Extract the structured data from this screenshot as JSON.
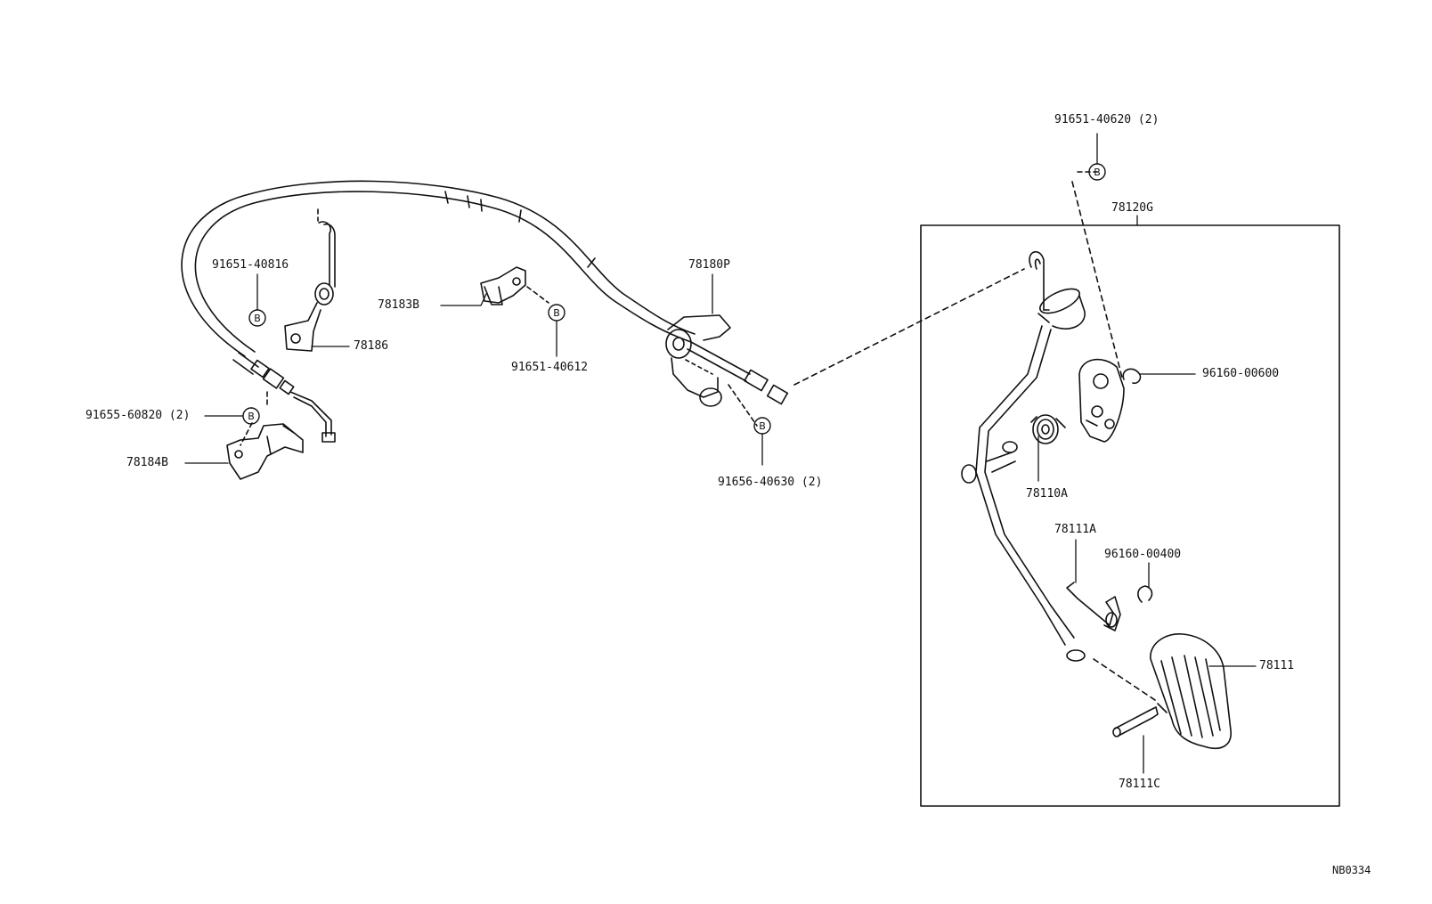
{
  "diagram": {
    "labels": {
      "p91651_40816": "91651-40816",
      "p78186": "78186",
      "p91655_60820": "91655-60820 (2)",
      "p78184B": "78184B",
      "p78183B": "78183B",
      "p91651_40612": "91651-40612",
      "p78180P": "78180P",
      "p91656_40630": "91656-40630 (2)",
      "p91651_40620": "91651-40620 (2)",
      "p78120G": "78120G",
      "p96160_00600": "96160-00600",
      "p78110A": "78110A",
      "p78111A": "78111A",
      "p96160_00400": "96160-00400",
      "p78111": "78111",
      "p78111C": "78111C",
      "code": "NB0334"
    },
    "bolt_marker": "B"
  }
}
